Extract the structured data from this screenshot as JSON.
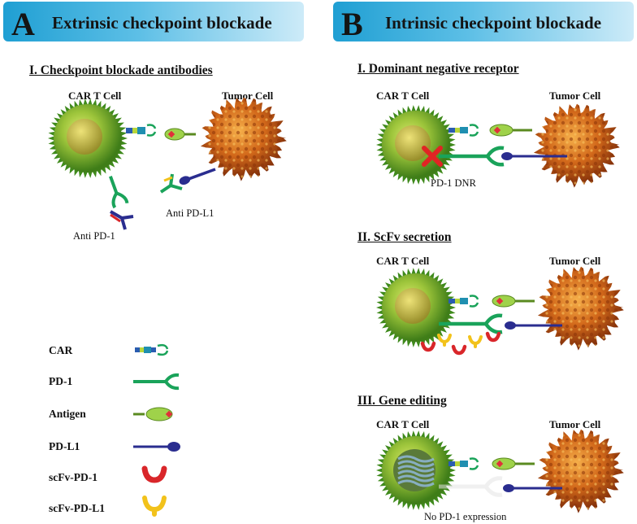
{
  "panel_a": {
    "letter": "A",
    "title": "Extrinsic checkpoint blockade",
    "section_title": "I. Checkpoint blockade antibodies",
    "car_t_label": "CAR T Cell",
    "tumor_label": "Tumor Cell",
    "anti_pd1_label": "Anti PD-1",
    "anti_pdl1_label": "Anti PD-L1"
  },
  "panel_b": {
    "letter": "B",
    "title": "Intrinsic checkpoint blockade",
    "sections": [
      {
        "title": "I. Dominant negative receptor",
        "car_t_label": "CAR T Cell",
        "tumor_label": "Tumor Cell",
        "note": "PD-1 DNR"
      },
      {
        "title": "II. ScFv secretion",
        "car_t_label": "CAR T Cell",
        "tumor_label": "Tumor Cell",
        "note": ""
      },
      {
        "title": "III. Gene editing",
        "car_t_label": "CAR T Cell",
        "tumor_label": "Tumor Cell",
        "note": "No PD-1 expression"
      }
    ]
  },
  "legend": {
    "items": [
      {
        "label": "CAR",
        "icon": "car-icon"
      },
      {
        "label": "PD-1",
        "icon": "pd1-icon"
      },
      {
        "label": "Antigen",
        "icon": "antigen-icon"
      },
      {
        "label": "PD-L1",
        "icon": "pdl1-icon"
      },
      {
        "label": "scFv-PD-1",
        "icon": "scfv-pd1-icon"
      },
      {
        "label": "scFv-PD-L1",
        "icon": "scfv-pdl1-icon"
      }
    ]
  },
  "colors": {
    "banner_start": "#1f9fd3",
    "banner_end": "#cdebf8",
    "t_cell": "#7fb82a",
    "tumor_cell": "#c45a0f",
    "pd1": "#1aa35a",
    "pdl1": "#2a2d8f",
    "antigen": "#8cc63f",
    "scfv_pd1": "#d9262a",
    "scfv_pdl1": "#f2c21b",
    "block_x": "#e02424"
  }
}
